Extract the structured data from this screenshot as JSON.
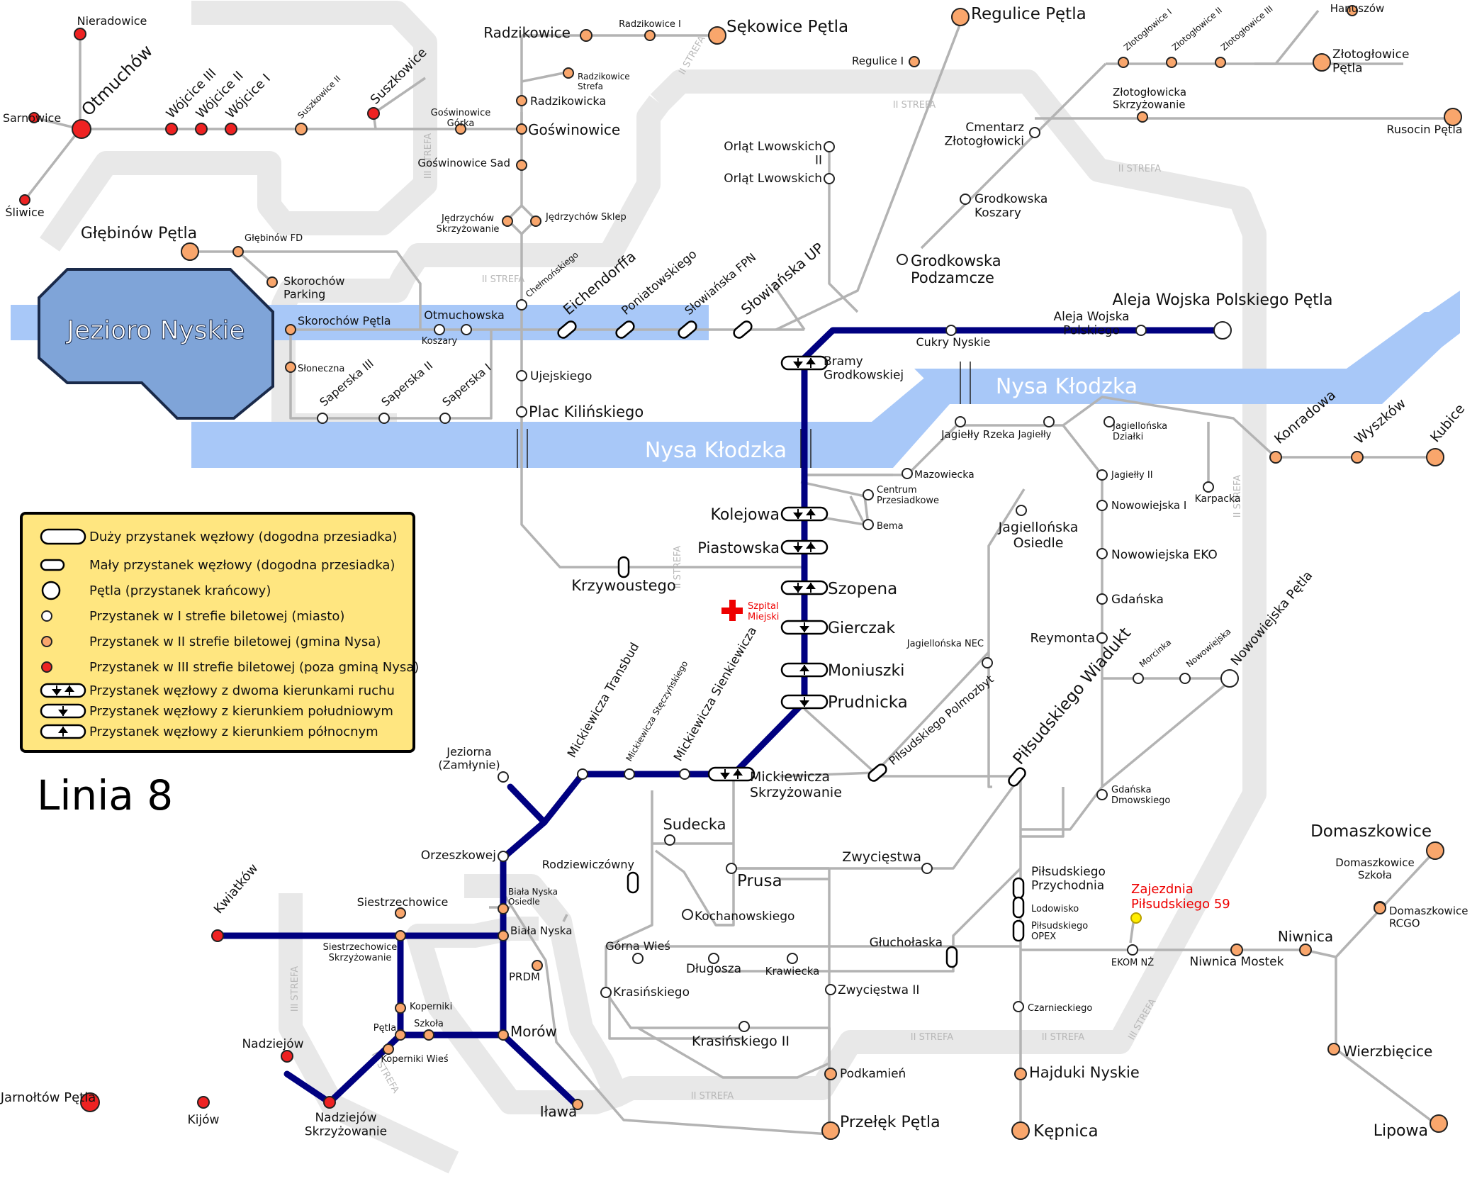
{
  "title": "Linia 8",
  "lakes": [
    {
      "name": "Jezioro Nyskie"
    }
  ],
  "rivers": [
    {
      "name": "Nysa Kłodzka"
    },
    {
      "name": "Nysa Kłodzka"
    }
  ],
  "zones": [
    {
      "label": "II STREFA"
    },
    {
      "label": "II STREFA"
    },
    {
      "label": "II STREFA"
    },
    {
      "label": "II STREFA"
    },
    {
      "label": "II STREFA"
    },
    {
      "label": "II STREFA"
    },
    {
      "label": "II STREFA"
    },
    {
      "label": "II STREFA"
    },
    {
      "label": "II STREFA"
    },
    {
      "label": "III STREFA"
    },
    {
      "label": "III STREFA"
    },
    {
      "label": "III STREFA"
    },
    {
      "label": "III STREFA"
    }
  ],
  "hospital": {
    "label": "Szpital\nMiejski"
  },
  "depot": {
    "label": "Zajezdnia\nPiłsudskiego 59"
  },
  "legend": {
    "items": [
      {
        "symbol": "large-node",
        "label": "Duży przystanek węzłowy (dogodna przesiadka)"
      },
      {
        "symbol": "small-node",
        "label": "Mały przystanek węzłowy (dogodna przesiadka)"
      },
      {
        "symbol": "terminus",
        "label": "Pętla (przystanek krańcowy)"
      },
      {
        "symbol": "zone1",
        "label": "Przystanek w I strefie biletowej (miasto)"
      },
      {
        "symbol": "zone2",
        "label": "Przystanek w II strefie biletowej (gmina Nysa)"
      },
      {
        "symbol": "zone3",
        "label": "Przystanek w III strefie biletowej (poza gminą Nysa)"
      },
      {
        "symbol": "both",
        "label": "Przystanek węzłowy z dwoma kierunkami ruchu"
      },
      {
        "symbol": "south",
        "label": "Przystanek węzłowy z kierunkiem południowym"
      },
      {
        "symbol": "north",
        "label": "Przystanek węzłowy z kierunkiem północnym"
      }
    ]
  },
  "colors": {
    "line8": "#000080",
    "other_lines": "#b3b3b3",
    "zone_band": "#e8e8e8",
    "river": "#a8c8f8",
    "lake_fill": "#7fa4d8",
    "zone1": "#ffffff",
    "zone2": "#f9a66c",
    "zone3": "#ee2222",
    "legend_bg": "#ffe680",
    "accent_red": "#ee0000"
  },
  "stops": [
    {
      "name": "Aleja Wojska Polskiego Pętla",
      "zone": 1,
      "kind": "terminus"
    },
    {
      "name": "Aleja Wojska Polskiego",
      "zone": 1
    },
    {
      "name": "Cukry Nyskie",
      "zone": 1
    },
    {
      "name": "Bramy Grodkowskiej",
      "zone": 1,
      "kind": "both"
    },
    {
      "name": "Kolejowa",
      "zone": 1,
      "kind": "both"
    },
    {
      "name": "Piastowska",
      "zone": 1,
      "kind": "both"
    },
    {
      "name": "Szopena",
      "zone": 1,
      "kind": "both"
    },
    {
      "name": "Gierczak",
      "zone": 1,
      "kind": "south"
    },
    {
      "name": "Moniuszki",
      "zone": 1,
      "kind": "north"
    },
    {
      "name": "Prudnicka",
      "zone": 1,
      "kind": "south"
    },
    {
      "name": "Mickiewicza Skrzyżowanie",
      "zone": 1,
      "kind": "both"
    },
    {
      "name": "Mickiewicza Sienkiewicza",
      "zone": 1
    },
    {
      "name": "Mickiewicza Stęczyńskiego",
      "zone": 1
    },
    {
      "name": "Mickiewicza Transbud",
      "zone": 1
    },
    {
      "name": "Orzeszkowej",
      "zone": 1
    },
    {
      "name": "Jeziorna (Zamłynie)",
      "zone": 1
    },
    {
      "name": "Biała Nyska Osiedle",
      "zone": 2
    },
    {
      "name": "Biała Nyska",
      "zone": 2
    },
    {
      "name": "Morów",
      "zone": 2
    },
    {
      "name": "Iława",
      "zone": 2
    },
    {
      "name": "Szkoła",
      "zone": 2
    },
    {
      "name": "Pętla",
      "zone": 2
    },
    {
      "name": "Koperniki",
      "zone": 2
    },
    {
      "name": "Koperniki Wieś",
      "zone": 2
    },
    {
      "name": "Siestrzechowice Skrzyżowanie",
      "zone": 2
    },
    {
      "name": "Siestrzechowice",
      "zone": 2
    },
    {
      "name": "Kwiatków",
      "zone": 3
    },
    {
      "name": "Nadziejów Skrzyżowanie",
      "zone": 3
    },
    {
      "name": "Nadziejów",
      "zone": 3
    },
    {
      "name": "Kijów",
      "zone": 3
    },
    {
      "name": "Jarnołtów Pętla",
      "zone": 3,
      "kind": "terminus"
    },
    {
      "name": "Otmuchów",
      "zone": 3,
      "kind": "terminus"
    },
    {
      "name": "Nieradowice",
      "zone": 3
    },
    {
      "name": "Sarnowice",
      "zone": 3
    },
    {
      "name": "Śliwice",
      "zone": 3
    },
    {
      "name": "Wójcice III",
      "zone": 3
    },
    {
      "name": "Wójcice II",
      "zone": 3
    },
    {
      "name": "Wójcice I",
      "zone": 3
    },
    {
      "name": "Suszkowice II",
      "zone": 2
    },
    {
      "name": "Suszkowice",
      "zone": 3
    },
    {
      "name": "Radzikowice",
      "zone": 2
    },
    {
      "name": "Radzikowice I",
      "zone": 2
    },
    {
      "name": "Sękowice Pętla",
      "zone": 2,
      "kind": "terminus"
    },
    {
      "name": "Radzikowice Strefa",
      "zone": 2
    },
    {
      "name": "Radzikowicka",
      "zone": 2
    },
    {
      "name": "Goświnowice Górka",
      "zone": 2
    },
    {
      "name": "Goświnowice",
      "zone": 2
    },
    {
      "name": "Goświnowice Sad",
      "zone": 2
    },
    {
      "name": "Jędrzychów Skrzyżowanie",
      "zone": 2
    },
    {
      "name": "Jędrzychów Sklep",
      "zone": 2
    },
    {
      "name": "Głębinów Pętla",
      "zone": 2,
      "kind": "terminus"
    },
    {
      "name": "Głębinów FD",
      "zone": 2
    },
    {
      "name": "Skorochów Parking",
      "zone": 2
    },
    {
      "name": "Skorochów Pętla",
      "zone": 2
    },
    {
      "name": "Słoneczna",
      "zone": 2
    },
    {
      "name": "Saperska III",
      "zone": 1
    },
    {
      "name": "Saperska II",
      "zone": 1
    },
    {
      "name": "Saperska I",
      "zone": 1
    },
    {
      "name": "Koszary",
      "zone": 1
    },
    {
      "name": "Otmuchowska",
      "zone": 1
    },
    {
      "name": "Chełmońskiego",
      "zone": 1
    },
    {
      "name": "Eichendorffa",
      "zone": 1
    },
    {
      "name": "Poniatowskiego",
      "zone": 1
    },
    {
      "name": "Słowiańska FPN",
      "zone": 1
    },
    {
      "name": "Słowiańska UP",
      "zone": 1
    },
    {
      "name": "Ujejskiego",
      "zone": 1
    },
    {
      "name": "Plac Kilińskiego",
      "zone": 1
    },
    {
      "name": "Krzywoustego",
      "zone": 1
    },
    {
      "name": "Regulice Pętla",
      "zone": 2,
      "kind": "terminus"
    },
    {
      "name": "Regulice I",
      "zone": 2
    },
    {
      "name": "Orląt Lwowskich II",
      "zone": 1
    },
    {
      "name": "Orląt Lwowskich",
      "zone": 1
    },
    {
      "name": "Cmentarz Złotogłowicki",
      "zone": 1
    },
    {
      "name": "Grodkowska Koszary",
      "zone": 1
    },
    {
      "name": "Grodkowska Podzamcze",
      "zone": 1
    },
    {
      "name": "Złotogłowice I",
      "zone": 2
    },
    {
      "name": "Złotogłowice II",
      "zone": 2
    },
    {
      "name": "Złotogłowice III",
      "zone": 2
    },
    {
      "name": "Hanuszów",
      "zone": 2
    },
    {
      "name": "Złotogłowice Pętla",
      "zone": 2,
      "kind": "terminus"
    },
    {
      "name": "Złotogłowicka Skrzyżowanie",
      "zone": 2
    },
    {
      "name": "Rusocin Pętla",
      "zone": 2,
      "kind": "terminus"
    },
    {
      "name": "Jagiełły Rzeka",
      "zone": 1
    },
    {
      "name": "Jagiełły",
      "zone": 1
    },
    {
      "name": "Jagiellońska Działki",
      "zone": 1
    },
    {
      "name": "Jagiełły II",
      "zone": 1
    },
    {
      "name": "Mazowiecka",
      "zone": 1
    },
    {
      "name": "Centrum Przesiadkowe",
      "zone": 1
    },
    {
      "name": "Bema",
      "zone": 1
    },
    {
      "name": "Jagiellońska Osiedle",
      "zone": 1
    },
    {
      "name": "Nowowiejska I",
      "zone": 1
    },
    {
      "name": "Nowowiejska EKO",
      "zone": 1
    },
    {
      "name": "Gdańska",
      "zone": 1
    },
    {
      "name": "Reymonta",
      "zone": 1
    },
    {
      "name": "Jagiellońska NEC",
      "zone": 1
    },
    {
      "name": "Karpacka",
      "zone": 1
    },
    {
      "name": "Konradowa",
      "zone": 2
    },
    {
      "name": "Wyszków",
      "zone": 2
    },
    {
      "name": "Kubice",
      "zone": 2,
      "kind": "terminus"
    },
    {
      "name": "Morcinka",
      "zone": 1
    },
    {
      "name": "Nowowiejska",
      "zone": 1
    },
    {
      "name": "Nowowiejska Pętla",
      "zone": 1,
      "kind": "terminus"
    },
    {
      "name": "Piłsudskiego Polmozbyt",
      "zone": 1
    },
    {
      "name": "Piłsudskiego Wiadukt",
      "zone": 1
    },
    {
      "name": "Gdańska Dmowskiego",
      "zone": 1
    },
    {
      "name": "Sudecka",
      "zone": 1
    },
    {
      "name": "Rodziewiczówny",
      "zone": 1
    },
    {
      "name": "Prusa",
      "zone": 1
    },
    {
      "name": "Zwycięstwa",
      "zone": 1
    },
    {
      "name": "Kochanowskiego",
      "zone": 1
    },
    {
      "name": "Górna Wieś",
      "zone": 1
    },
    {
      "name": "Długosza",
      "zone": 1
    },
    {
      "name": "Krawiecka",
      "zone": 1
    },
    {
      "name": "Głuchołaska",
      "zone": 1
    },
    {
      "name": "Krasińskiego",
      "zone": 1
    },
    {
      "name": "Zwycięstwa II",
      "zone": 1
    },
    {
      "name": "Krasińskiego II",
      "zone": 1
    },
    {
      "name": "PRDM",
      "zone": 2
    },
    {
      "name": "Piłsudskiego Przychodnia",
      "zone": 1
    },
    {
      "name": "Lodowisko",
      "zone": 1
    },
    {
      "name": "Piłsudskiego OPEX",
      "zone": 1
    },
    {
      "name": "EKOM NŻ",
      "zone": 1
    },
    {
      "name": "Czarnieckiego",
      "zone": 1
    },
    {
      "name": "Niwnica Mostek",
      "zone": 2
    },
    {
      "name": "Niwnica",
      "zone": 2
    },
    {
      "name": "Domaszkowice",
      "zone": 2,
      "kind": "terminus"
    },
    {
      "name": "Domaszkowice Szkoła",
      "zone": 2
    },
    {
      "name": "Domaszkowice RCGO",
      "zone": 2
    },
    {
      "name": "Wierzbięcice",
      "zone": 2
    },
    {
      "name": "Lipowa",
      "zone": 2,
      "kind": "terminus"
    },
    {
      "name": "Podkamień",
      "zone": 2
    },
    {
      "name": "Przełęk Pętla",
      "zone": 2,
      "kind": "terminus"
    },
    {
      "name": "Hajduki Nyskie",
      "zone": 2
    },
    {
      "name": "Kępnica",
      "zone": 2,
      "kind": "terminus"
    }
  ]
}
